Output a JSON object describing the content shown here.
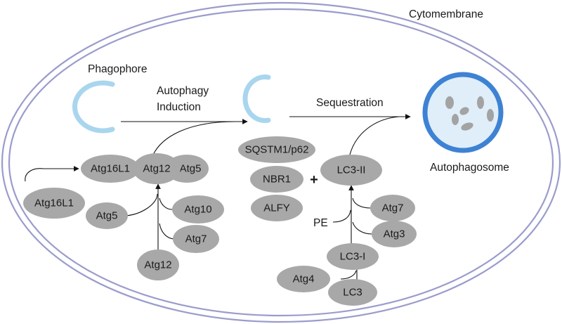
{
  "labels": {
    "cytomembrane": "Cytomembrane",
    "phagophore": "Phagophore",
    "induction_line1": "Autophagy",
    "induction_line2": "Induction",
    "sequestration": "Sequestration",
    "autophagosome": "Autophagosome",
    "pe": "PE",
    "plus": "+"
  },
  "nodes": {
    "atg16l1_complex": "Atg16L1",
    "atg12_complex": "Atg12",
    "atg5_complex": "Atg5",
    "atg16l1_free": "Atg16L1",
    "atg5_free": "Atg5",
    "atg10": "Atg10",
    "atg7_left": "Atg7",
    "atg12_free": "Atg12",
    "sqstm1": "SQSTM1/p62",
    "nbr1": "NBR1",
    "alfy": "ALFY",
    "lc3_ii": "LC3-II",
    "atg7_right": "Atg7",
    "atg3": "Atg3",
    "lc3_i": "LC3-I",
    "atg4": "Atg4",
    "lc3": "LC3"
  },
  "colors": {
    "membrane": "#9a9ccc",
    "node_fill": "#a8a8a8",
    "phagophore": "#a9d6ee",
    "autophagosome_ring": "#3e82d4",
    "autophagosome_fill": "#dfeef8",
    "cargo": "#a3a3a3"
  }
}
